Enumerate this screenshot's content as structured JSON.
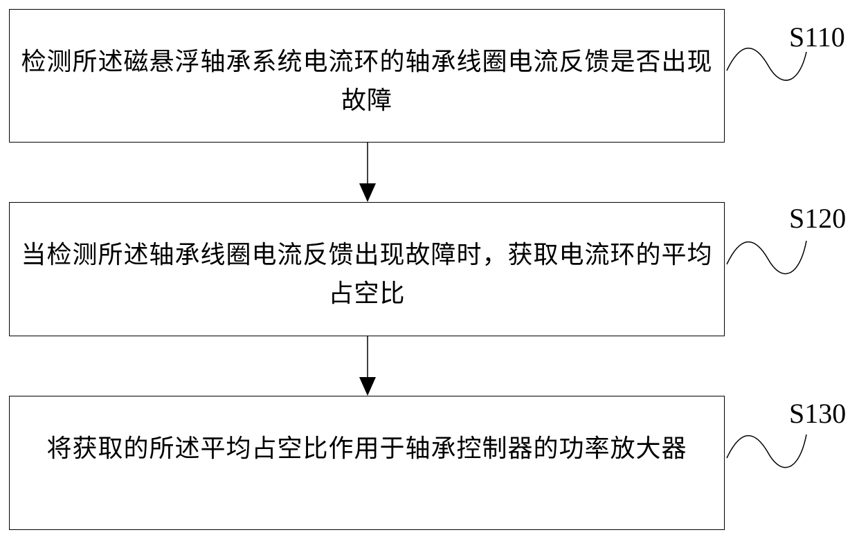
{
  "steps": [
    {
      "id": "S110",
      "text": "检测所述磁悬浮轴承系统电流环的轴承线圈电流反馈是否出现故障"
    },
    {
      "id": "S120",
      "text": "当检测所述轴承线圈电流反馈出现故障时，获取电流环的平均占空比"
    },
    {
      "id": "S130",
      "text": "将获取的所述平均占空比作用于轴承控制器的功率放大器"
    }
  ]
}
